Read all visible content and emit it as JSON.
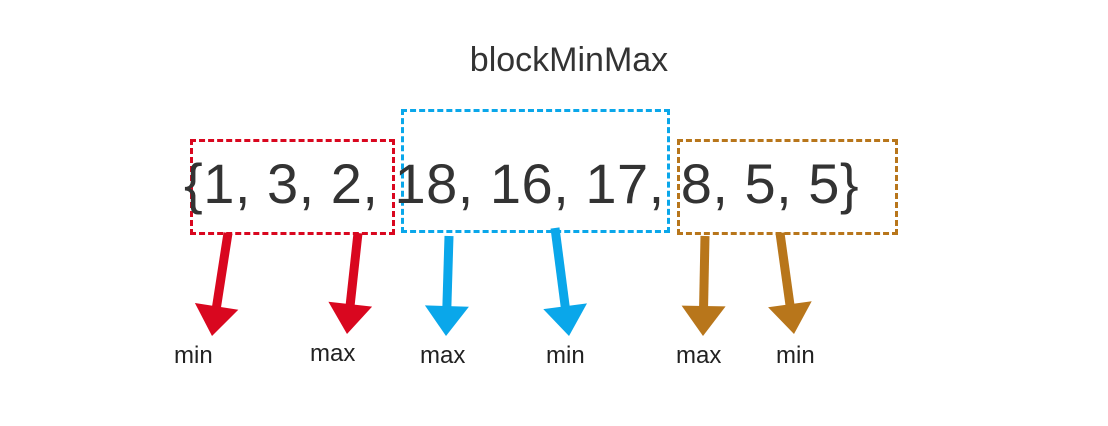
{
  "title": "blockMinMax",
  "sequence": {
    "open": "{",
    "part1": "1, 3, 2,",
    "part2": "18, 16, 17,",
    "part3": "8, 5, 5",
    "close": "}"
  },
  "colors": {
    "red": "#d9071f",
    "blue": "#0aa7ea",
    "orange": "#b8761b",
    "text": "#333333"
  },
  "labels": [
    "min",
    "max",
    "max",
    "min",
    "max",
    "min"
  ]
}
